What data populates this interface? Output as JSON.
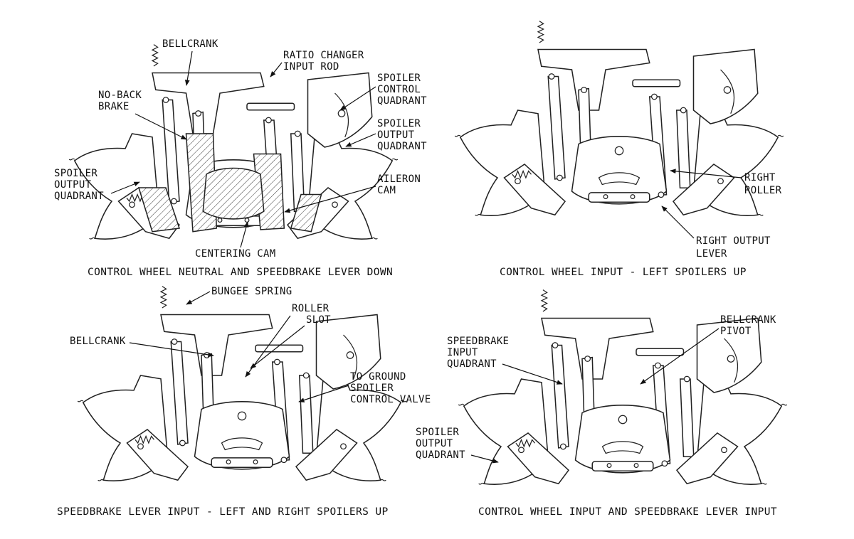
{
  "panels": [
    {
      "caption": "CONTROL WHEEL NEUTRAL AND SPEEDBRAKE LEVER DOWN",
      "labels": {
        "bellcrank": "BELLCRANK",
        "ratio_changer_1": "RATIO CHANGER",
        "ratio_changer_2": "INPUT ROD",
        "no_back_1": "NO-BACK",
        "no_back_2": "BRAKE",
        "spoiler_control_1": "SPOILER",
        "spoiler_control_2": "CONTROL",
        "spoiler_control_3": "QUADRANT",
        "spoiler_output_r_1": "SPOILER",
        "spoiler_output_r_2": "OUTPUT",
        "spoiler_output_r_3": "QUADRANT",
        "spoiler_output_l_1": "SPOILER",
        "spoiler_output_l_2": "OUTPUT",
        "spoiler_output_l_3": "QUADRANT",
        "aileron_cam_1": "AILERON",
        "aileron_cam_2": "CAM",
        "centering_cam": "CENTERING CAM"
      }
    },
    {
      "caption": "CONTROL WHEEL INPUT - LEFT SPOILERS UP",
      "labels": {
        "right_roller_1": "RIGHT",
        "right_roller_2": "ROLLER",
        "right_output_1": "RIGHT OUTPUT",
        "right_output_2": "LEVER"
      }
    },
    {
      "caption": "SPEEDBRAKE LEVER INPUT - LEFT AND RIGHT SPOILERS UP",
      "labels": {
        "bungee_spring": "BUNGEE SPRING",
        "roller": "ROLLER",
        "slot": "SLOT",
        "bellcrank": "BELLCRANK",
        "to_ground_1": "TO GROUND",
        "to_ground_2": "SPOILER",
        "to_ground_3": "CONTROL VALVE"
      }
    },
    {
      "caption": "CONTROL WHEEL INPUT AND SPEEDBRAKE LEVER INPUT",
      "labels": {
        "bellcrank_pivot_1": "BELLCRANK",
        "bellcrank_pivot_2": "PIVOT",
        "speedbrake_input_1": "SPEEDBRAKE",
        "speedbrake_input_2": "INPUT",
        "speedbrake_input_3": "QUADRANT",
        "spoiler_output_1": "SPOILER",
        "spoiler_output_2": "OUTPUT",
        "spoiler_output_3": "QUADRANT"
      }
    }
  ]
}
